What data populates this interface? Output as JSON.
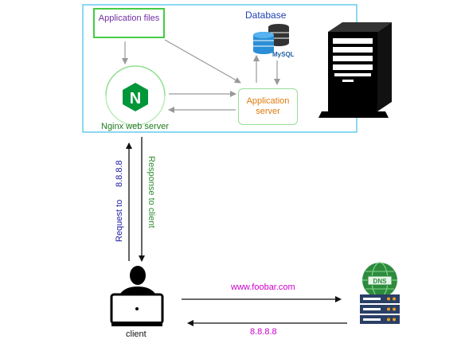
{
  "app_files": {
    "label": "Application files"
  },
  "database": {
    "title": "Database",
    "mysql_label": "MySQL"
  },
  "app_server": {
    "label": "Application server"
  },
  "nginx": {
    "label": "Nginx web server",
    "logo_letter": "N"
  },
  "client": {
    "label": "client"
  },
  "request": {
    "label": "Request to",
    "ip": "8.8.8.8"
  },
  "response": {
    "label": "Response to client"
  },
  "dns": {
    "badge": "DNS",
    "query": "www.foobar.com",
    "reply": "8.8.8.8"
  },
  "colors": {
    "region": "#66ccee",
    "green": "#44cc44",
    "nginx_green": "#009639",
    "dns_green": "#2e8b3e",
    "purple": "#cc00cc"
  }
}
